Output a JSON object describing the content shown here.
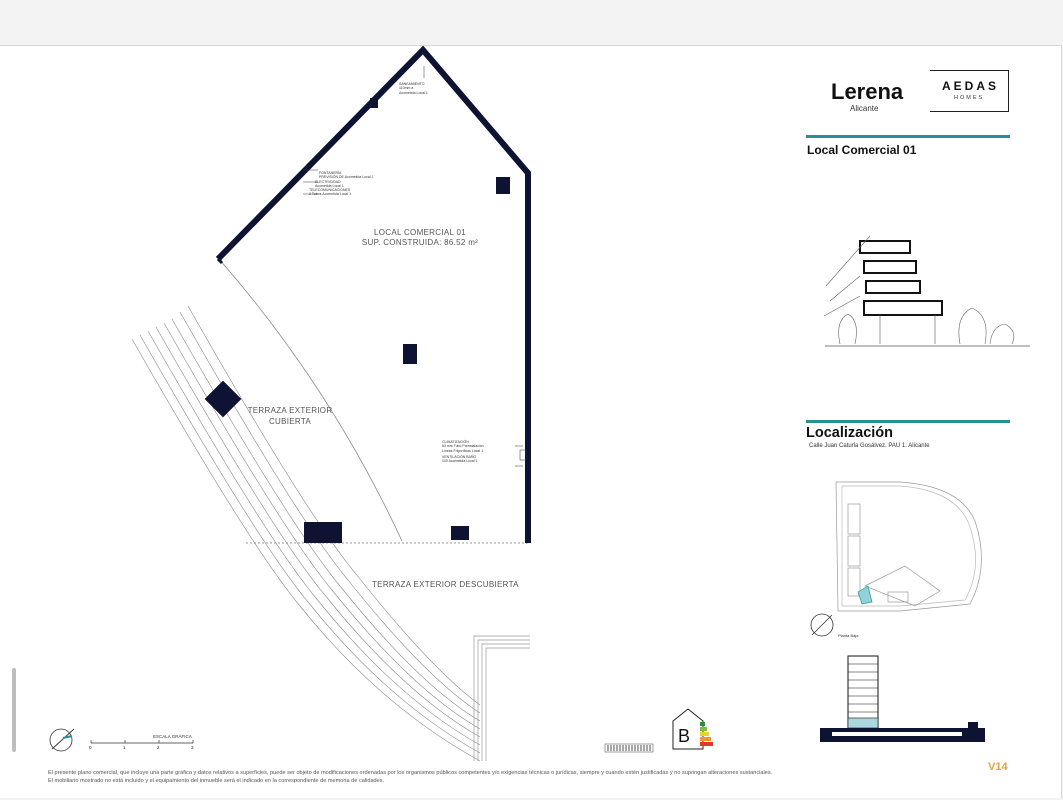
{
  "header": {
    "project_name": "Lerena",
    "city": "Alicante",
    "logo_text": "AEDAS",
    "logo_subtext": "HOMES"
  },
  "unit": {
    "title": "Local Comercial 01"
  },
  "plan": {
    "unit_label": "LOCAL COMERCIAL 01",
    "area_label": "SUP. CONSTRUIDA: 86.52 m²",
    "covered_terrace": [
      "TERRAZA EXTERIOR",
      "CUBIERTA"
    ],
    "uncovered_terrace": "TERRAZA EXTERIOR DESCUBIERTA",
    "note_top": [
      "SANEAMIENTO",
      "110mm a",
      "Acometida Local 1"
    ],
    "note_left": [
      "FONTANERÍA",
      "PREVISIÓN DE Acometida Local 1",
      "ELECTRICIDAD",
      "Acometida Local 1",
      "TELECOMUNICACIONES",
      "2 Tubos Acometida Local 1"
    ],
    "note_right": [
      "CLIMATIZACIÓN",
      "63 mm Tubo Prenstalación",
      "Líneas Frigoríficas Local 1",
      "",
      "VENTILACIÓN BAÑO",
      "100 Acometida Local 1"
    ]
  },
  "location": {
    "title": "Localización",
    "address": "Calle Juan Caturla Gosálvez. PAU 1. Alicante",
    "plan_label": "Planta Baja"
  },
  "scale": {
    "label": "ESCALA GRÁFICA",
    "ticks": [
      "0",
      "1",
      "2",
      "3"
    ]
  },
  "energy_label": "B",
  "footer": {
    "disclaimer": "El presente plano comercial, que incluye una parte gráfica y datos relativos a superficies, puede ser objeto de modificaciones ordenadas por los organismos públicos competentes y/o exigencias técnicas o jurídicas, siempre y cuando estén justificadas y no supongan alteraciones sustanciales. El mobiliario mostrado no está incluido y el equipamiento del inmueble será el indicado en la correspondiente de memoria de calidades.",
    "version": "V14"
  },
  "colors": {
    "wall": "#0e1333",
    "accent": "#2a8f93",
    "version": "#e8a33b"
  }
}
